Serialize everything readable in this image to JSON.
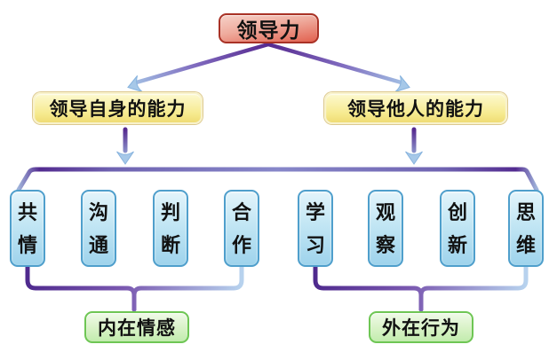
{
  "diagram": {
    "title_node": "领导力",
    "branches": {
      "self": "领导自身的能力",
      "others": "领导他人的能力"
    },
    "leaves_self": [
      "共情",
      "沟通",
      "判断",
      "合作"
    ],
    "leaves_others": [
      "学习",
      "观察",
      "创新",
      "思维"
    ],
    "categories": {
      "inner": "内在情感",
      "outer": "外在行为"
    },
    "colors": {
      "root_fill": "#e2614f",
      "root_border": "#a93226",
      "branch_fill": "#f6ea8e",
      "branch_border": "#ddc98f",
      "leaf_fill": "#bfe4f4",
      "leaf_border": "#4f9fcc",
      "category_fill": "#d8f2c6",
      "category_border": "#6ec654",
      "connector_purple": "#532b90",
      "connector_blue": "#a6c8e8"
    }
  }
}
